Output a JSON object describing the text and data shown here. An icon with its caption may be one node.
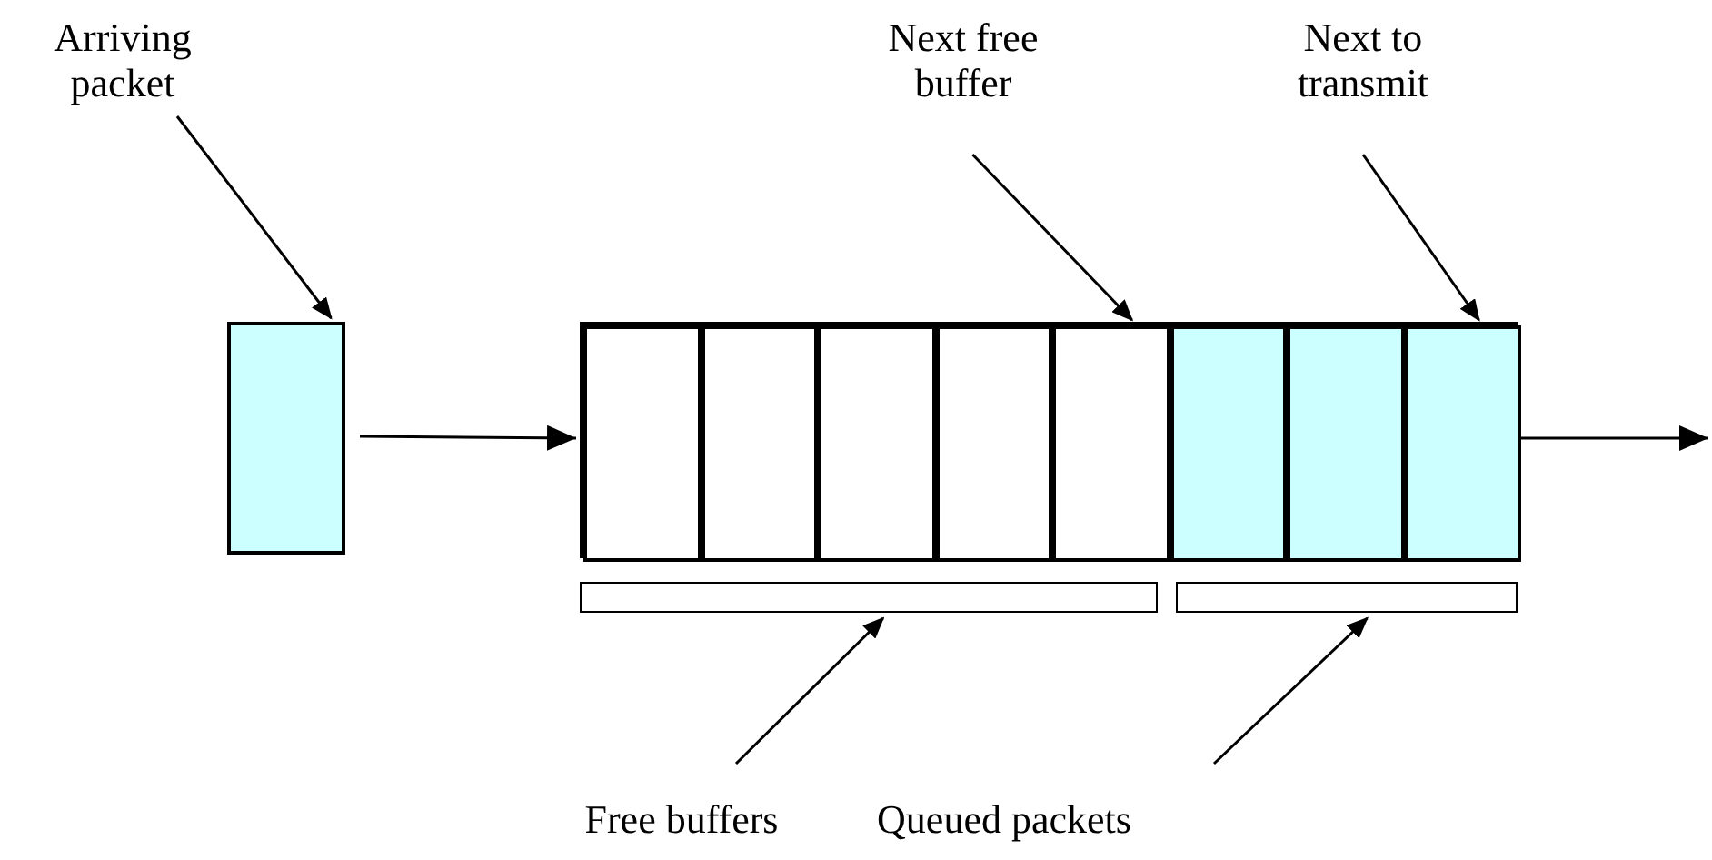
{
  "diagram": {
    "nodes": [
      {
        "text": [
          "Arriving packet"
        ]
      },
      {
        "text": [],
        "shape": "box"
      },
      {
        "text": [
          "Next free buffer"
        ]
      },
      {
        "text": [
          "Next to transmit"
        ]
      },
      {
        "text": [],
        "shape": "box"
      },
      {
        "text": [],
        "shape": "box",
        "in": 4
      },
      {
        "text": [],
        "shape": "box",
        "in": 4
      },
      {
        "text": [],
        "shape": "box",
        "in": 4
      },
      {
        "text": [],
        "shape": "box",
        "in": 4
      },
      {
        "text": [],
        "shape": "box",
        "in": 4
      },
      {
        "text": [],
        "shape": "box",
        "in": 4
      },
      {
        "text": [],
        "shape": "box",
        "in": 4
      },
      {
        "text": [],
        "shape": "box",
        "in": 4
      },
      {
        "text": [],
        "shape": "bar"
      },
      {
        "text": [],
        "shape": "bar"
      },
      {
        "text": [
          "Free buffers"
        ]
      },
      {
        "text": [
          "Queued packets"
        ]
      }
    ],
    "edges": [
      {
        "from": 0,
        "to": 1,
        "arrow": "to"
      },
      {
        "from": 2,
        "to": 9,
        "arrow": "to"
      },
      {
        "from": 3,
        "to": 12,
        "arrow": "to"
      },
      {
        "from": 1,
        "to": 4,
        "arrow": "to"
      },
      {
        "from": 4,
        "to": null,
        "arrow": "to"
      },
      {
        "from": 15,
        "to": 13,
        "arrow": "to"
      },
      {
        "from": 16,
        "to": 14,
        "arrow": "to"
      }
    ]
  }
}
